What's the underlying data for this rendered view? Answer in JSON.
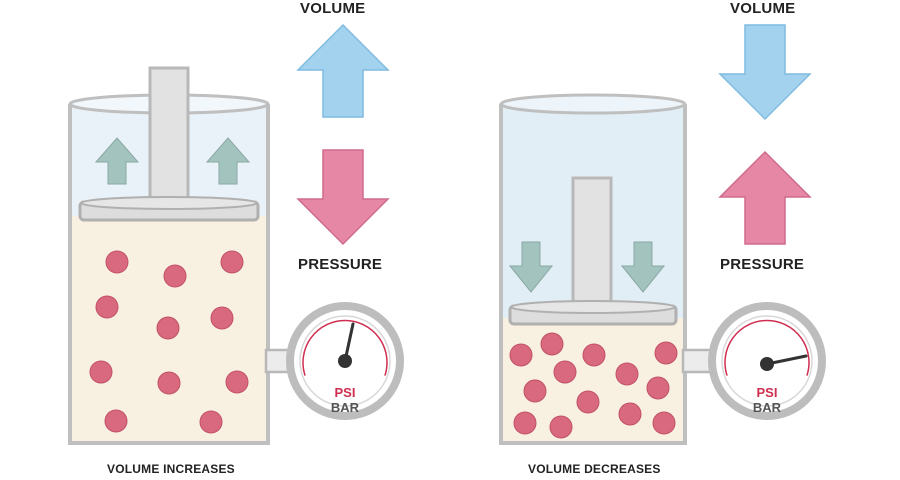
{
  "colors": {
    "fluid": "#f8f1e1",
    "particle": "#d9697f",
    "glass": "#e2eef5",
    "up_arrow": "#a3d2ef",
    "down_arrow": "#e787a6",
    "small_arrow": "#a3c3bf",
    "piston": "#e2e2e2",
    "gauge_red": "#cf2e4f"
  },
  "left_panel": {
    "volume_label": "VOLUME",
    "volume_arrow": "up",
    "pressure_label": "PRESSURE",
    "pressure_arrow": "down",
    "piston_motion": "up",
    "caption": "VOLUME INCREASES",
    "gauge": {
      "unit_top": "PSI",
      "unit_bottom": "BAR",
      "needle": "low"
    }
  },
  "right_panel": {
    "volume_label": "VOLUME",
    "volume_arrow": "down",
    "pressure_label": "PRESSURE",
    "pressure_arrow": "up",
    "piston_motion": "down",
    "caption": "VOLUME DECREASES",
    "gauge": {
      "unit_top": "PSI",
      "unit_bottom": "BAR",
      "needle": "high"
    }
  }
}
